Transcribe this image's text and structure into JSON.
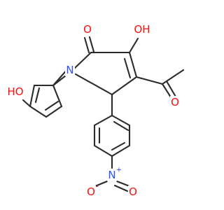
{
  "colors": {
    "bond": "#2b2b2b",
    "oxygen": "#ff0d0d",
    "nitrogen": "#3050f8",
    "background": "#ffffff"
  },
  "labels": {
    "lactam_oxygen": "O",
    "enol_oh": "OH",
    "ring_nitrogen": "N",
    "phenol_oh": "HO",
    "acetyl_oxygen": "O",
    "nitro_nitrogen": "N",
    "nitro_charge_plus": "+",
    "nitro_oxygen_double": "O",
    "nitro_oxygen_single": "O",
    "nitro_charge_minus": "-"
  }
}
